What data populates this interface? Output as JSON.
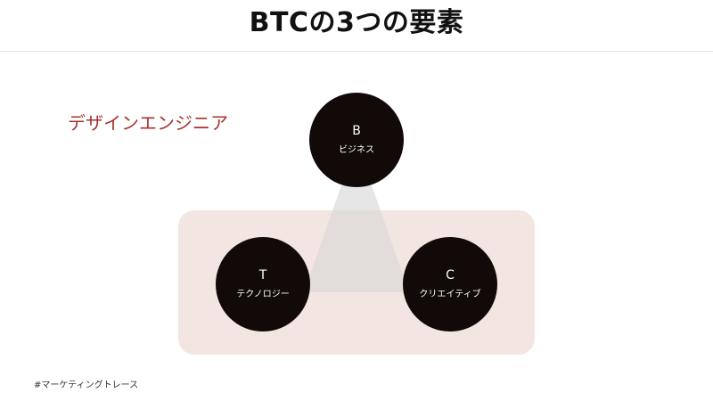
{
  "title": "BTCの3つの要素",
  "subtitle": "デザインエンジニア",
  "nodes": {
    "b": {
      "letter": "B",
      "label": "ビジネス"
    },
    "t": {
      "letter": "T",
      "label": "テクノロジー"
    },
    "c": {
      "letter": "C",
      "label": "クリエイティブ"
    }
  },
  "colors": {
    "node": "#110a08",
    "subtitle": "#a8322c",
    "highlight": "#f3e6e2",
    "connector": "#dcdcdc"
  },
  "footer": "#マーケティングトレース"
}
